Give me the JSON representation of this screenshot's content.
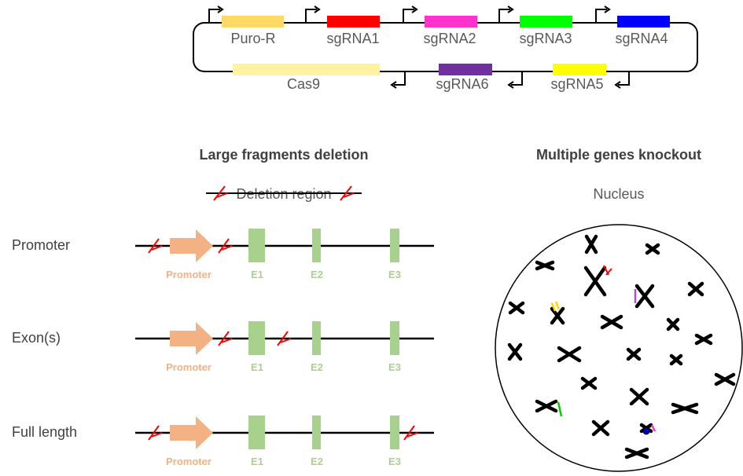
{
  "plasmid": {
    "top_cassettes": [
      {
        "label": "Puro-R",
        "color": "#ffd966"
      },
      {
        "label": "sgRNA1",
        "color": "#ff0000"
      },
      {
        "label": "sgRNA2",
        "color": "#ff33cc"
      },
      {
        "label": "sgRNA3",
        "color": "#00ff00"
      },
      {
        "label": "sgRNA4",
        "color": "#0000ff"
      }
    ],
    "bottom_cassettes": [
      {
        "label": "Cas9",
        "color": "#fff2a0"
      },
      {
        "label": "sgRNA6",
        "color": "#7030a0"
      },
      {
        "label": "sgRNA5",
        "color": "#ffff00"
      }
    ]
  },
  "left_panel": {
    "title": "Large fragments deletion",
    "legend_label": "Deletion region",
    "promoter_label": "Promoter",
    "exon_labels": [
      "E1",
      "E2",
      "E3"
    ],
    "rows": [
      {
        "label": "Promoter"
      },
      {
        "label": "Exon(s)"
      },
      {
        "label": "Full length"
      }
    ]
  },
  "right_panel": {
    "title": "Multiple genes knockout",
    "nucleus_label": "Nucleus"
  },
  "colors": {
    "promoter_arrow": "#f4b183",
    "exon": "#a9d18e",
    "cut_mark": "#ff0000",
    "line": "#000000"
  }
}
